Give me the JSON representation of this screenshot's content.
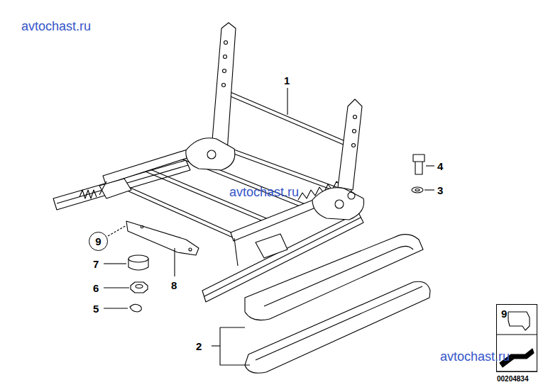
{
  "diagram": {
    "nodes": [
      {
        "text": [
          "9"
        ]
      },
      {
        "text": [
          "9"
        ]
      }
    ],
    "labels": [
      "avtochast.ru",
      "1",
      "avtochast.ru",
      "4",
      "3",
      "7",
      "8",
      "6",
      "5",
      "2",
      "avtochast.ru",
      "00204834"
    ]
  }
}
